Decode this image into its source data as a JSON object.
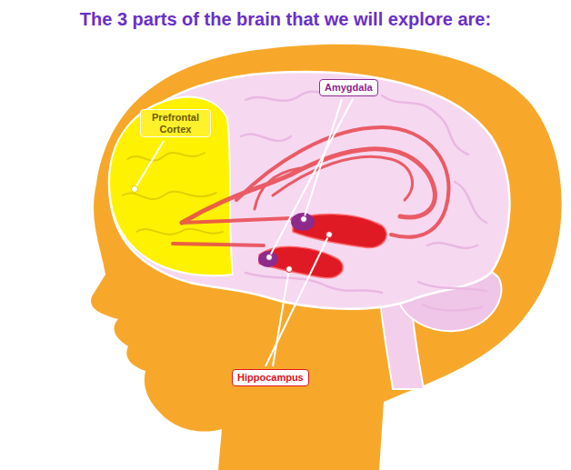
{
  "diagram": {
    "title": "The 3 parts of the brain that we will explore are:",
    "nodes": [
      {
        "text": [
          "Prefrontal Cortex"
        ]
      },
      {
        "text": [
          "Amygdala"
        ]
      },
      {
        "text": [
          "Hippocampus"
        ]
      }
    ]
  }
}
